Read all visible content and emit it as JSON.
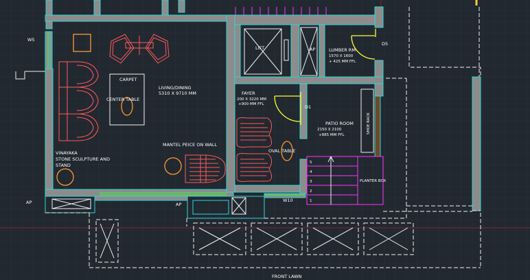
{
  "rooms": {
    "living_name": "LIVING/DINING",
    "living_dims": "5310 X 9710 MM",
    "lift": "LIFT",
    "ap_top": "AP",
    "lumber_name": "LUMBER RM",
    "lumber_dims": "1570 X 1600",
    "lumber_level": "+ 425 MM FFL",
    "foyer_name": "FAYER",
    "foyer_dims": "200 X 3220 MM",
    "foyer_level": "+900 MM FFL",
    "patio_name": "PATIO ROOM",
    "patio_dims": "2150 X 2100",
    "patio_level": "+885 MM FFL"
  },
  "furniture": {
    "carpet": "CARPET",
    "center_table": "CENTER TABLE",
    "mantel": "MANTEL PEICE ON WALL",
    "oval_table": "OVAL TABLE",
    "shoe_rack": "SHOE RACK",
    "planter_box": "PLANTER BOX",
    "sculpture_1": "VINAYAKA",
    "sculpture_2": "STONE SCULPTURE AND",
    "sculpture_3": "STAND"
  },
  "tags": {
    "w5": "W5",
    "d5": "D5",
    "d1": "D1",
    "w10": "W10",
    "ap_left": "AP",
    "ap_mid": "AP",
    "front_lawn": "FRONT LAWN"
  },
  "stairs": [
    "5",
    "4",
    "3",
    "2",
    "1"
  ],
  "colors": {
    "background": "#212830",
    "walls": "#8c8c8c",
    "wall_outline": "#2fd6d6",
    "furniture": "#ff5a5a",
    "doors": "#ffff33",
    "stairs": "#ff33ff",
    "windows": "#33ff33",
    "accent_orange": "#ff9a2e"
  }
}
